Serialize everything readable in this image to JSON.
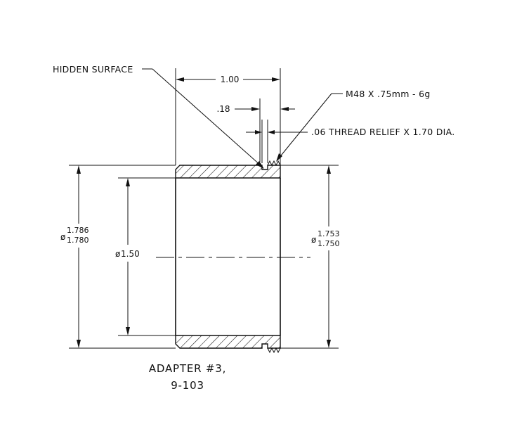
{
  "title": {
    "line1": "ADAPTER #3,",
    "line2": "9-103"
  },
  "callouts": {
    "hidden_surface": "HIDDEN SURFACE",
    "thread_spec": "M48 X .75mm - 6g",
    "thread_relief": ".06 THREAD RELIEF X 1.70 DIA."
  },
  "dimensions": {
    "length": "1.00",
    "thread_length": ".18",
    "bore_symbol": "ø",
    "bore": "1.50",
    "od_left_symbol": "ø",
    "od_left_upper": "1.786",
    "od_left_lower": "1.780",
    "od_right_symbol": "ø",
    "od_right_upper": "1.753",
    "od_right_lower": "1.750"
  }
}
